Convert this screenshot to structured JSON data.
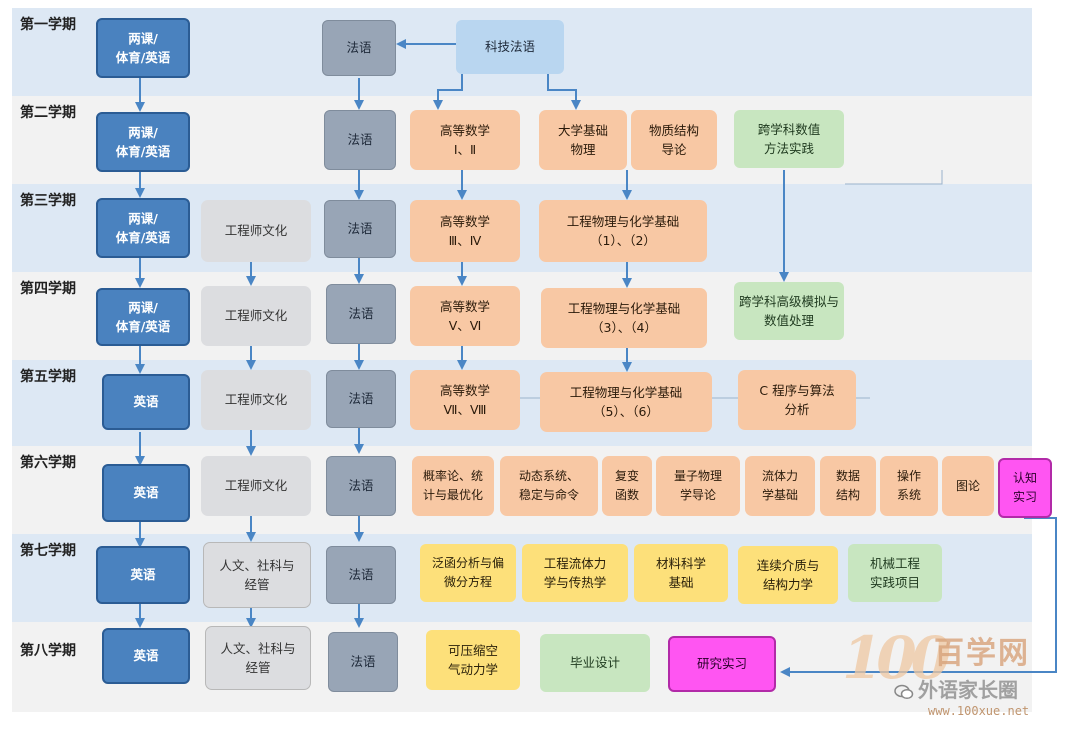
{
  "terms": [
    "第一学期",
    "第二学期",
    "第三学期",
    "第四学期",
    "第五学期",
    "第六学期",
    "第七学期",
    "第八学期"
  ],
  "courses": {
    "liangke": "两课/\n体育/英语",
    "yingyu": "英语",
    "fayu": "法语",
    "keji_fayu": "科技法语",
    "gongchengshi": "工程师文化",
    "renwen": "人文、社科与\n经管",
    "math_1_2": "高等数学\nⅠ、Ⅱ",
    "math_3_4": "高等数学\nⅢ、Ⅳ",
    "math_5_6": "高等数学\nⅤ、Ⅵ",
    "math_7_8": "高等数学\nⅦ、Ⅷ",
    "daxue_wuli": "大学基础\n物理",
    "wuzhi_jiegou": "物质结构\n导论",
    "kuaxueke_shuzhi": "跨学科数值\n方法实践",
    "phys_chem_1_2": "工程物理与化学基础\n（1）、（2）",
    "phys_chem_3_4": "工程物理与化学基础\n（3）、（4）",
    "phys_chem_5_6": "工程物理与化学基础\n（5）、（6）",
    "kuaxueke_gaoji": "跨学科高级模拟与\n数值处理",
    "c_program": "C 程序与算法\n分析",
    "gailvlun": "概率论、统\n计与最优化",
    "dongtai": "动态系统、\n稳定与命令",
    "fubian": "复变\n函数",
    "liangzi": "量子物理\n学导论",
    "liuti_jichu": "流体力\n学基础",
    "shuju_jiegou": "数据\n结构",
    "caozuo_xitong": "操作\n系统",
    "tulun": "图论",
    "renzhi_shixi": "认知\n实习",
    "fanhan": "泛函分析与偏\n微分方程",
    "gongcheng_liuti": "工程流体力\n学与传热学",
    "cailiao": "材料科学\n基础",
    "lianxu": "连续介质与\n结构力学",
    "jixie": "机械工程\n实践项目",
    "keyasuo": "可压缩空\n气动力学",
    "biye": "毕业设计",
    "yanjiu": "研究实习"
  },
  "watermark": {
    "logo_digits": "100",
    "logo_text": "百学网",
    "wechat_name": "外语家长圈",
    "site": "www.100xue.net"
  },
  "colors": {
    "band_blue": "#dde8f4",
    "band_grey": "#f2f2f2",
    "arrow": "#4a86c5",
    "core_blue": "#4a82bf",
    "french": "#98a5b6",
    "engineering_culture": "#dcdde0",
    "math_physics": "#f8c8a4",
    "interdisciplinary": "#c8e6c0",
    "specialized": "#fde07a",
    "internship": "#ff55f2"
  }
}
